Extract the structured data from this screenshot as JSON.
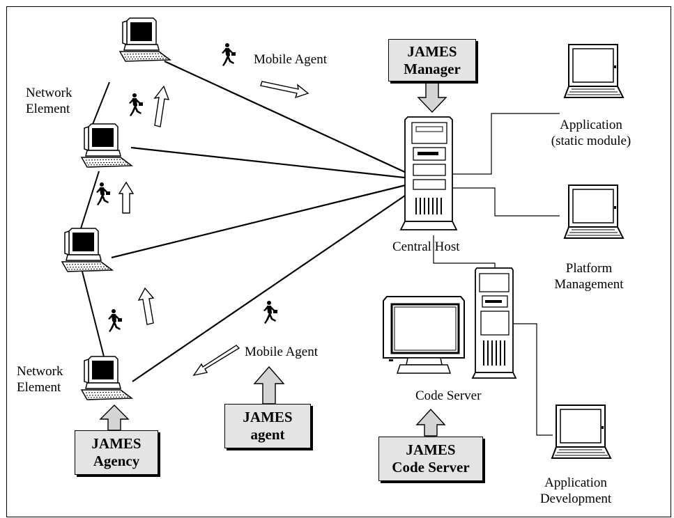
{
  "labels": {
    "network_element_top": [
      "Network",
      "Element"
    ],
    "network_element_bottom": [
      "Network",
      "Element"
    ],
    "mobile_agent_top": "Mobile Agent",
    "mobile_agent_bottom": "Mobile Agent",
    "central_host": "Central Host",
    "code_server": "Code Server",
    "application_static": [
      "Application",
      "(static module)"
    ],
    "platform_management": [
      "Platform",
      "Management"
    ],
    "application_development": [
      "Application",
      "Development"
    ]
  },
  "boxes": {
    "manager": [
      "JAMES",
      "Manager"
    ],
    "agent": [
      "JAMES",
      "agent"
    ],
    "agency": [
      "JAMES",
      "Agency"
    ],
    "code_server": [
      "JAMES",
      "Code Server"
    ]
  },
  "icons": [
    "desktop-computer-icon",
    "tower-server-icon",
    "laptop-icon",
    "monitor-icon",
    "running-man-icon",
    "hollow-arrow-icon"
  ],
  "colors": {
    "box_fill": "#e4e4e4",
    "stroke": "#000000",
    "background": "#ffffff"
  }
}
